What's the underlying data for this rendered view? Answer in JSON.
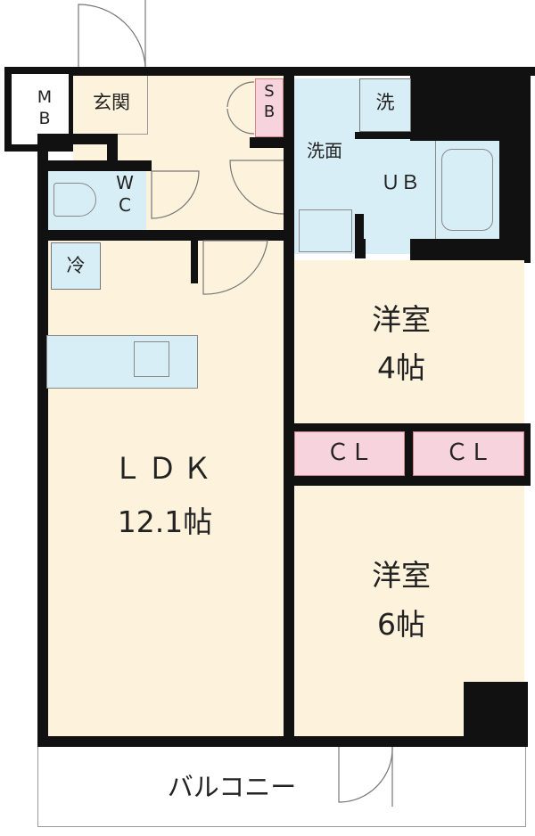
{
  "rooms": {
    "mb": "M\nB",
    "entrance": "玄関",
    "shoe_box": "S\nB",
    "washroom": "洗面",
    "washer": "洗",
    "bath": "ＵＢ",
    "toilet": "W\nC",
    "fridge": "冷",
    "ldk_name": "ＬＤＫ",
    "ldk_size": "12.1帖",
    "western4_name": "洋室",
    "western4_size": "4帖",
    "closet1": "ＣＬ",
    "closet2": "ＣＬ",
    "western6_name": "洋室",
    "western6_size": "6帖",
    "balcony": "バルコニー"
  },
  "colors": {
    "floor": "#fdf3dc",
    "wet": "#d8eef6",
    "storage": "#f7d3dd",
    "wall": "#111111"
  }
}
